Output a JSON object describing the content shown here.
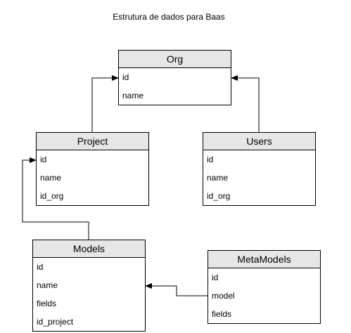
{
  "title": "Estrutura de dados para Baas",
  "entities": {
    "org": {
      "name": "Org",
      "fields": [
        "id",
        "name"
      ]
    },
    "project": {
      "name": "Project",
      "fields": [
        "id",
        "name",
        "id_org"
      ]
    },
    "users": {
      "name": "Users",
      "fields": [
        "id",
        "name",
        "id_org"
      ]
    },
    "models": {
      "name": "Models",
      "fields": [
        "id",
        "name",
        "fields",
        "id_project"
      ]
    },
    "metamodels": {
      "name": "MetaModels",
      "fields": [
        "id",
        "model",
        "fields"
      ]
    }
  },
  "relations": [
    {
      "from": "project",
      "to": "org.id"
    },
    {
      "from": "users",
      "to": "org.id"
    },
    {
      "from": "models",
      "to": "project.id"
    },
    {
      "from": "metamodels",
      "to": "models.name"
    }
  ]
}
